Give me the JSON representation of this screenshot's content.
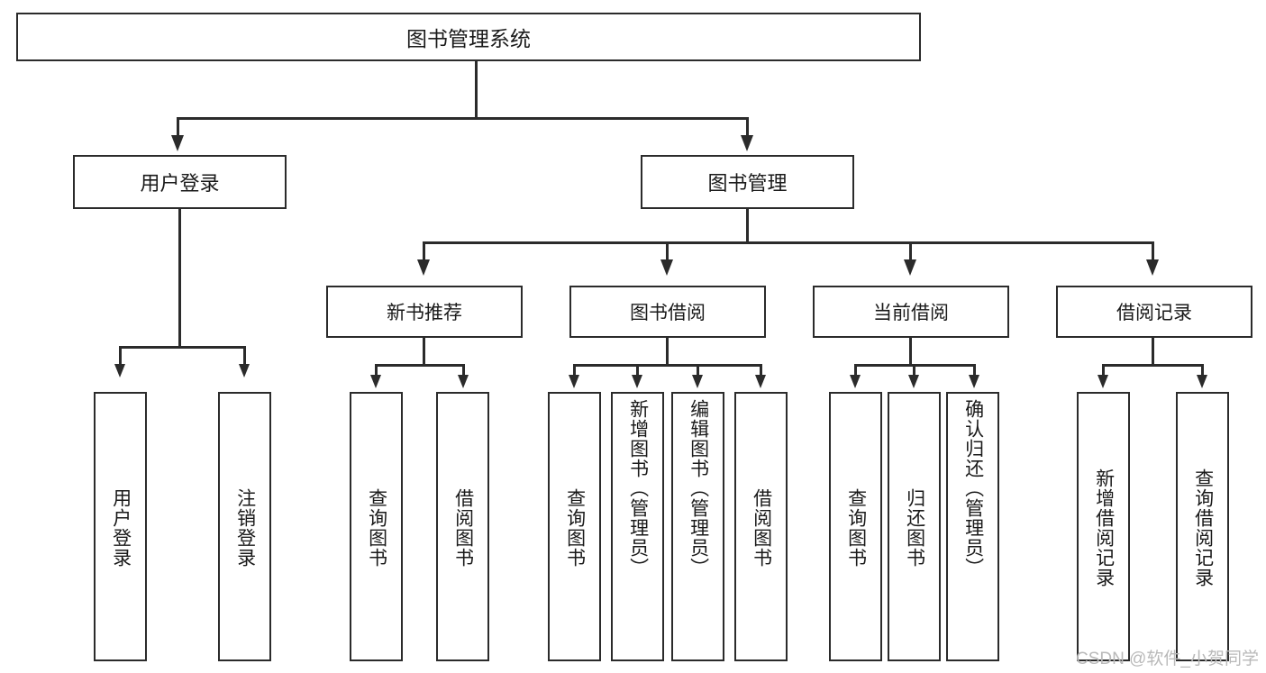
{
  "diagram": {
    "title": "图书管理系统",
    "watermark": "CSDN @软件_小贺同学",
    "root": {
      "label": "图书管理系统"
    },
    "level2": [
      {
        "label": "用户登录"
      },
      {
        "label": "图书管理"
      }
    ],
    "level3": [
      {
        "label": "新书推荐"
      },
      {
        "label": "图书借阅"
      },
      {
        "label": "当前借阅"
      },
      {
        "label": "借阅记录"
      }
    ],
    "leaves": [
      {
        "label": "用户登录"
      },
      {
        "label": "注销登录"
      },
      {
        "label": "查询图书"
      },
      {
        "label": "借阅图书"
      },
      {
        "label": "查询图书"
      },
      {
        "label": "新增图书（管理员）"
      },
      {
        "label": "编辑图书（管理员）"
      },
      {
        "label": "借阅图书"
      },
      {
        "label": "查询图书"
      },
      {
        "label": "归还图书"
      },
      {
        "label": "确认归还（管理员）"
      },
      {
        "label": "新增借阅记录"
      },
      {
        "label": "查询借阅记录"
      }
    ],
    "colors": {
      "stroke": "#2b2b2b",
      "fill": "#ffffff",
      "text": "#1a1a1a",
      "watermark": "#b9b9b9"
    }
  }
}
